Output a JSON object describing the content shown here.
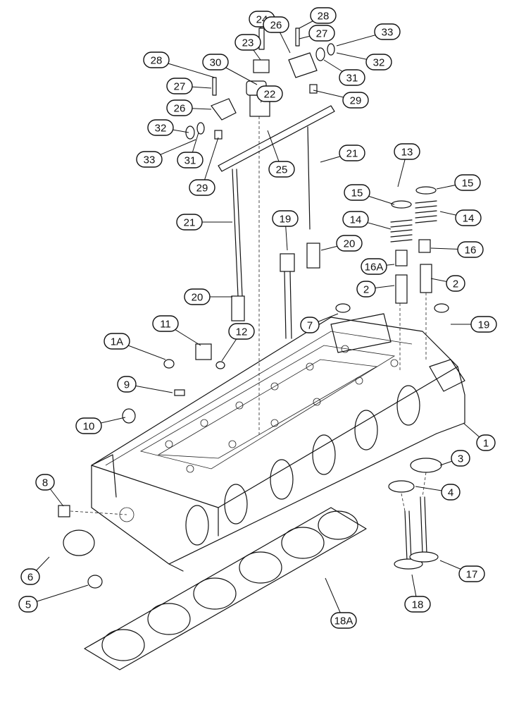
{
  "callouts": [
    "24",
    "28",
    "26",
    "27",
    "33",
    "23",
    "32",
    "28",
    "30",
    "31",
    "27",
    "22",
    "29",
    "26",
    "32",
    "33",
    "31",
    "25",
    "21",
    "29",
    "13",
    "15",
    "15",
    "14",
    "14",
    "21",
    "19",
    "20",
    "16",
    "16A",
    "2",
    "2",
    "20",
    "7",
    "19",
    "11",
    "1A",
    "12",
    "9",
    "10",
    "1",
    "3",
    "8",
    "4",
    "6",
    "17",
    "5",
    "18",
    "18A"
  ]
}
